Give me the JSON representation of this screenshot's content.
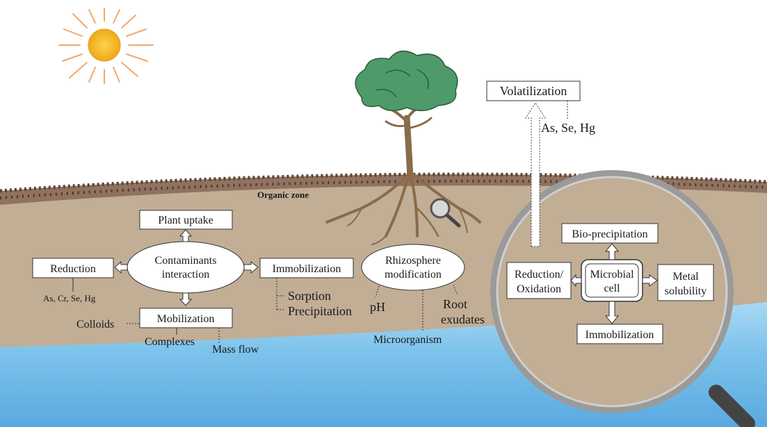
{
  "organic_zone": "Organic zone",
  "volatilization": {
    "label": "Volatilization",
    "elements": "As, Se, Hg"
  },
  "contaminants": {
    "line1": "Contaminants",
    "line2": "interaction"
  },
  "plant_uptake": "Plant uptake",
  "reduction": {
    "label": "Reduction",
    "elements": "As, Cr, Se, Hg"
  },
  "immobilization": {
    "label": "Immobilization",
    "sorption": "Sorption",
    "precipitation": "Precipitation"
  },
  "mobilization": {
    "label": "Mobilization",
    "colloids": "Colloids",
    "complexes": "Complexes",
    "mass_flow": "Mass flow"
  },
  "rhizosphere": {
    "line1": "Rhizosphere",
    "line2": "modification",
    "ph": "pH",
    "microorganism": "Microorganism",
    "root1": "Root",
    "root2": "exudates"
  },
  "microbial": {
    "cell1": "Microbial",
    "cell2": "cell",
    "bio_precipitation": "Bio-precipitation",
    "redox1": "Reduction/",
    "redox2": "Oxidation",
    "metal1": "Metal",
    "metal2": "solubility",
    "immobilization": "Immobilization"
  },
  "colors": {
    "soil": "#c1ae95",
    "organic": "#8a6a55",
    "water": "#7cc3ec",
    "sun": "#f4b41a",
    "tree": "#4f9a6a",
    "root": "#8a6b4a"
  }
}
